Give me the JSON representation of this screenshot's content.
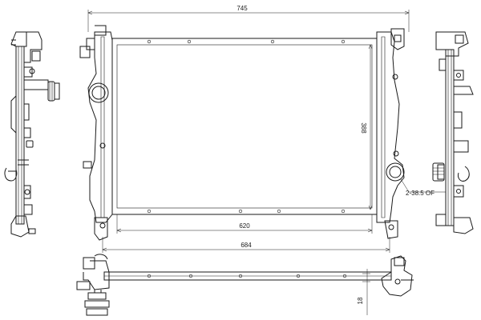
{
  "dimensions": {
    "overall_width": "745",
    "core_height": "388",
    "core_width": "620",
    "tank_width": "684",
    "port_diameter": "2-38.5 OF",
    "depth": "18"
  }
}
